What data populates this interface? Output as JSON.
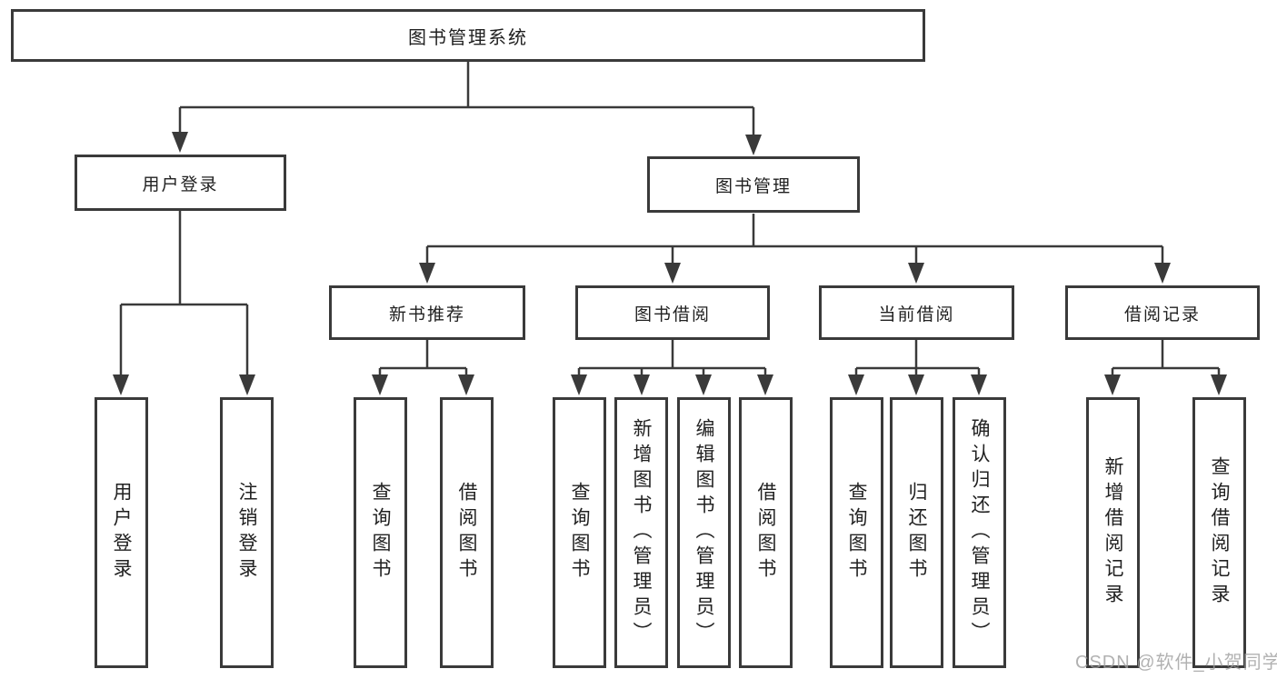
{
  "diagram": {
    "type": "hierarchy-diagram",
    "title": "图书管理系统",
    "colors": {
      "line": "#3a3a3a",
      "box_border": "#3a3a3a",
      "text": "#212121",
      "background": "#ffffff",
      "watermark": "#9e9e9e"
    },
    "nodes": {
      "root": {
        "label": "图书管理系统"
      },
      "login": {
        "label": "用户登录"
      },
      "book_mgmt": {
        "label": "图书管理"
      },
      "new_book": {
        "label": "新书推荐"
      },
      "book_borrow": {
        "label": "图书借阅"
      },
      "current_borrow": {
        "label": "当前借阅"
      },
      "borrow_records": {
        "label": "借阅记录"
      },
      "user_login": {
        "label": "用户登录"
      },
      "logout": {
        "label": "注销登录"
      },
      "nb_query": {
        "label": "查询图书"
      },
      "nb_borrow": {
        "label": "借阅图书"
      },
      "bb_query": {
        "label": "查询图书"
      },
      "bb_add": {
        "label": "新增图书（管理员）"
      },
      "bb_edit": {
        "label": "编辑图书（管理员）"
      },
      "bb_borrow": {
        "label": "借阅图书"
      },
      "cb_query": {
        "label": "查询图书"
      },
      "cb_return": {
        "label": "归还图书"
      },
      "cb_confirm": {
        "label": "确认归还（管理员）"
      },
      "br_add": {
        "label": "新增借阅记录"
      },
      "br_query": {
        "label": "查询借阅记录"
      }
    },
    "hierarchy": {
      "图书管理系统": {
        "用户登录": [
          "用户登录",
          "注销登录"
        ],
        "图书管理": {
          "新书推荐": [
            "查询图书",
            "借阅图书"
          ],
          "图书借阅": [
            "查询图书",
            "新增图书（管理员）",
            "编辑图书（管理员）",
            "借阅图书"
          ],
          "当前借阅": [
            "查询图书",
            "归还图书",
            "确认归还（管理员）"
          ],
          "借阅记录": [
            "新增借阅记录",
            "查询借阅记录"
          ]
        }
      }
    },
    "watermark": "CSDN @软件_小贺同学"
  }
}
